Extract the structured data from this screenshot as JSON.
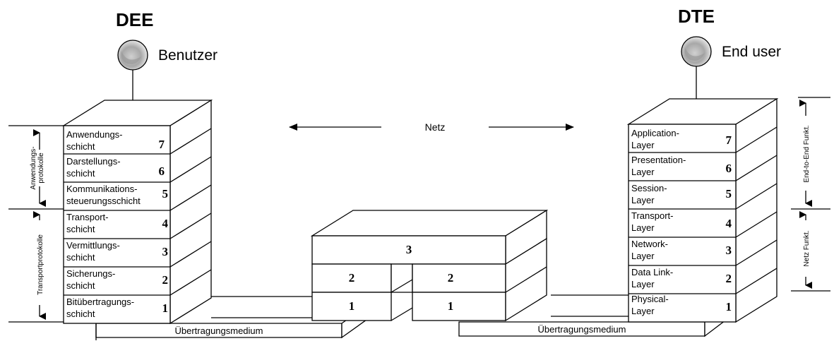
{
  "left": {
    "title": "DEE",
    "user_label": "Benutzer",
    "layers": [
      {
        "num": "7",
        "line1": "Anwendungs-",
        "line2": "schicht"
      },
      {
        "num": "6",
        "line1": "Darstellungs-",
        "line2": "schicht"
      },
      {
        "num": "5",
        "line1": "Kommunikations-",
        "line2": "steuerungsschicht"
      },
      {
        "num": "4",
        "line1": "Transport-",
        "line2": "schicht"
      },
      {
        "num": "3",
        "line1": "Vermittlungs-",
        "line2": "schicht"
      },
      {
        "num": "2",
        "line1": "Sicherungs-",
        "line2": "schicht"
      },
      {
        "num": "1",
        "line1": "Bitübertragungs-",
        "line2": "schicht"
      }
    ],
    "bracket_upper_line1": "Anwendungs-",
    "bracket_upper_line2": "protokolle",
    "bracket_lower": "Transportprotokolle",
    "medium": "Übertragungsmedium"
  },
  "right": {
    "title": "DTE",
    "user_label": "End user",
    "layers": [
      {
        "num": "7",
        "line1": "Application-",
        "line2": "Layer"
      },
      {
        "num": "6",
        "line1": "Presentation-",
        "line2": "Layer"
      },
      {
        "num": "5",
        "line1": "Session-",
        "line2": "Layer"
      },
      {
        "num": "4",
        "line1": "Transport-",
        "line2": "Layer"
      },
      {
        "num": "3",
        "line1": "Network-",
        "line2": "Layer"
      },
      {
        "num": "2",
        "line1": "Data Link-",
        "line2": "Layer"
      },
      {
        "num": "1",
        "line1": "Physical-",
        "line2": "Layer"
      }
    ],
    "bracket_upper": "End-to-End Funkt.",
    "bracket_lower": "Netz Funkt.",
    "medium": "Übertragungsmedium"
  },
  "network": {
    "label": "Netz",
    "top_num": "3",
    "left_nums": [
      "2",
      "1"
    ],
    "right_nums": [
      "2",
      "1"
    ]
  }
}
